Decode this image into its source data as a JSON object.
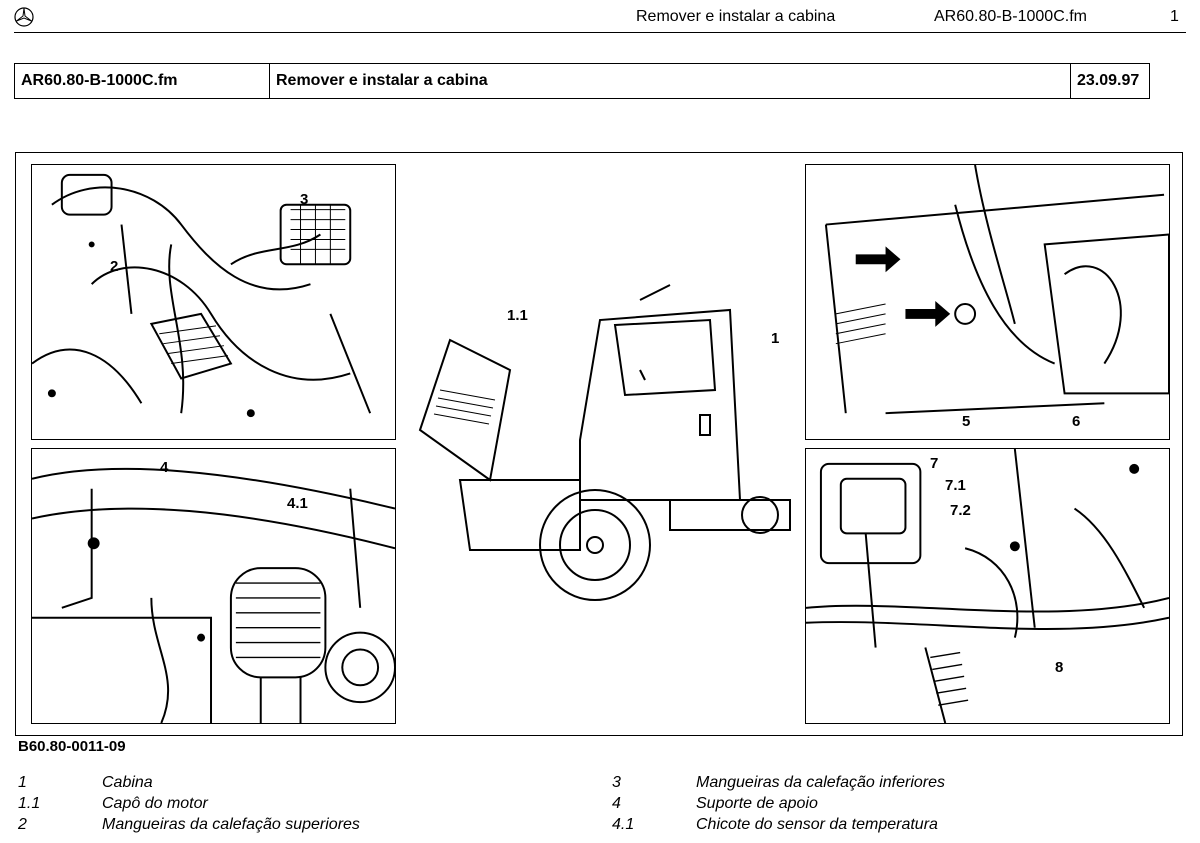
{
  "header": {
    "logo_icon": "three-pointed-star-logo",
    "title": "Remover e instalar a cabina",
    "doc_id": "AR60.80-B-1000C.fm",
    "page_number": "1"
  },
  "reference_box": {
    "doc_id": "AR60.80-B-1000C.fm",
    "title": "Remover e instalar a cabina",
    "date": "23.09.97"
  },
  "figure": {
    "code": "B60.80-0011-09",
    "callouts": {
      "top_left": [
        "2",
        "3"
      ],
      "bottom_left": [
        "4",
        "4.1"
      ],
      "center": [
        "1.1",
        "1"
      ],
      "top_right": [
        "5",
        "6"
      ],
      "bottom_right": [
        "7",
        "7.1",
        "7.2",
        "8"
      ]
    }
  },
  "legend": {
    "left": [
      {
        "num": "1",
        "text": "Cabina"
      },
      {
        "num": "1.1",
        "text": "Capô do motor"
      },
      {
        "num": "2",
        "text": "Mangueiras da calefação superiores"
      }
    ],
    "right": [
      {
        "num": "3",
        "text": "Mangueiras da calefação inferiores"
      },
      {
        "num": "4",
        "text": "Suporte de apoio"
      },
      {
        "num": "4.1",
        "text": "Chicote do sensor da temperatura"
      }
    ]
  }
}
